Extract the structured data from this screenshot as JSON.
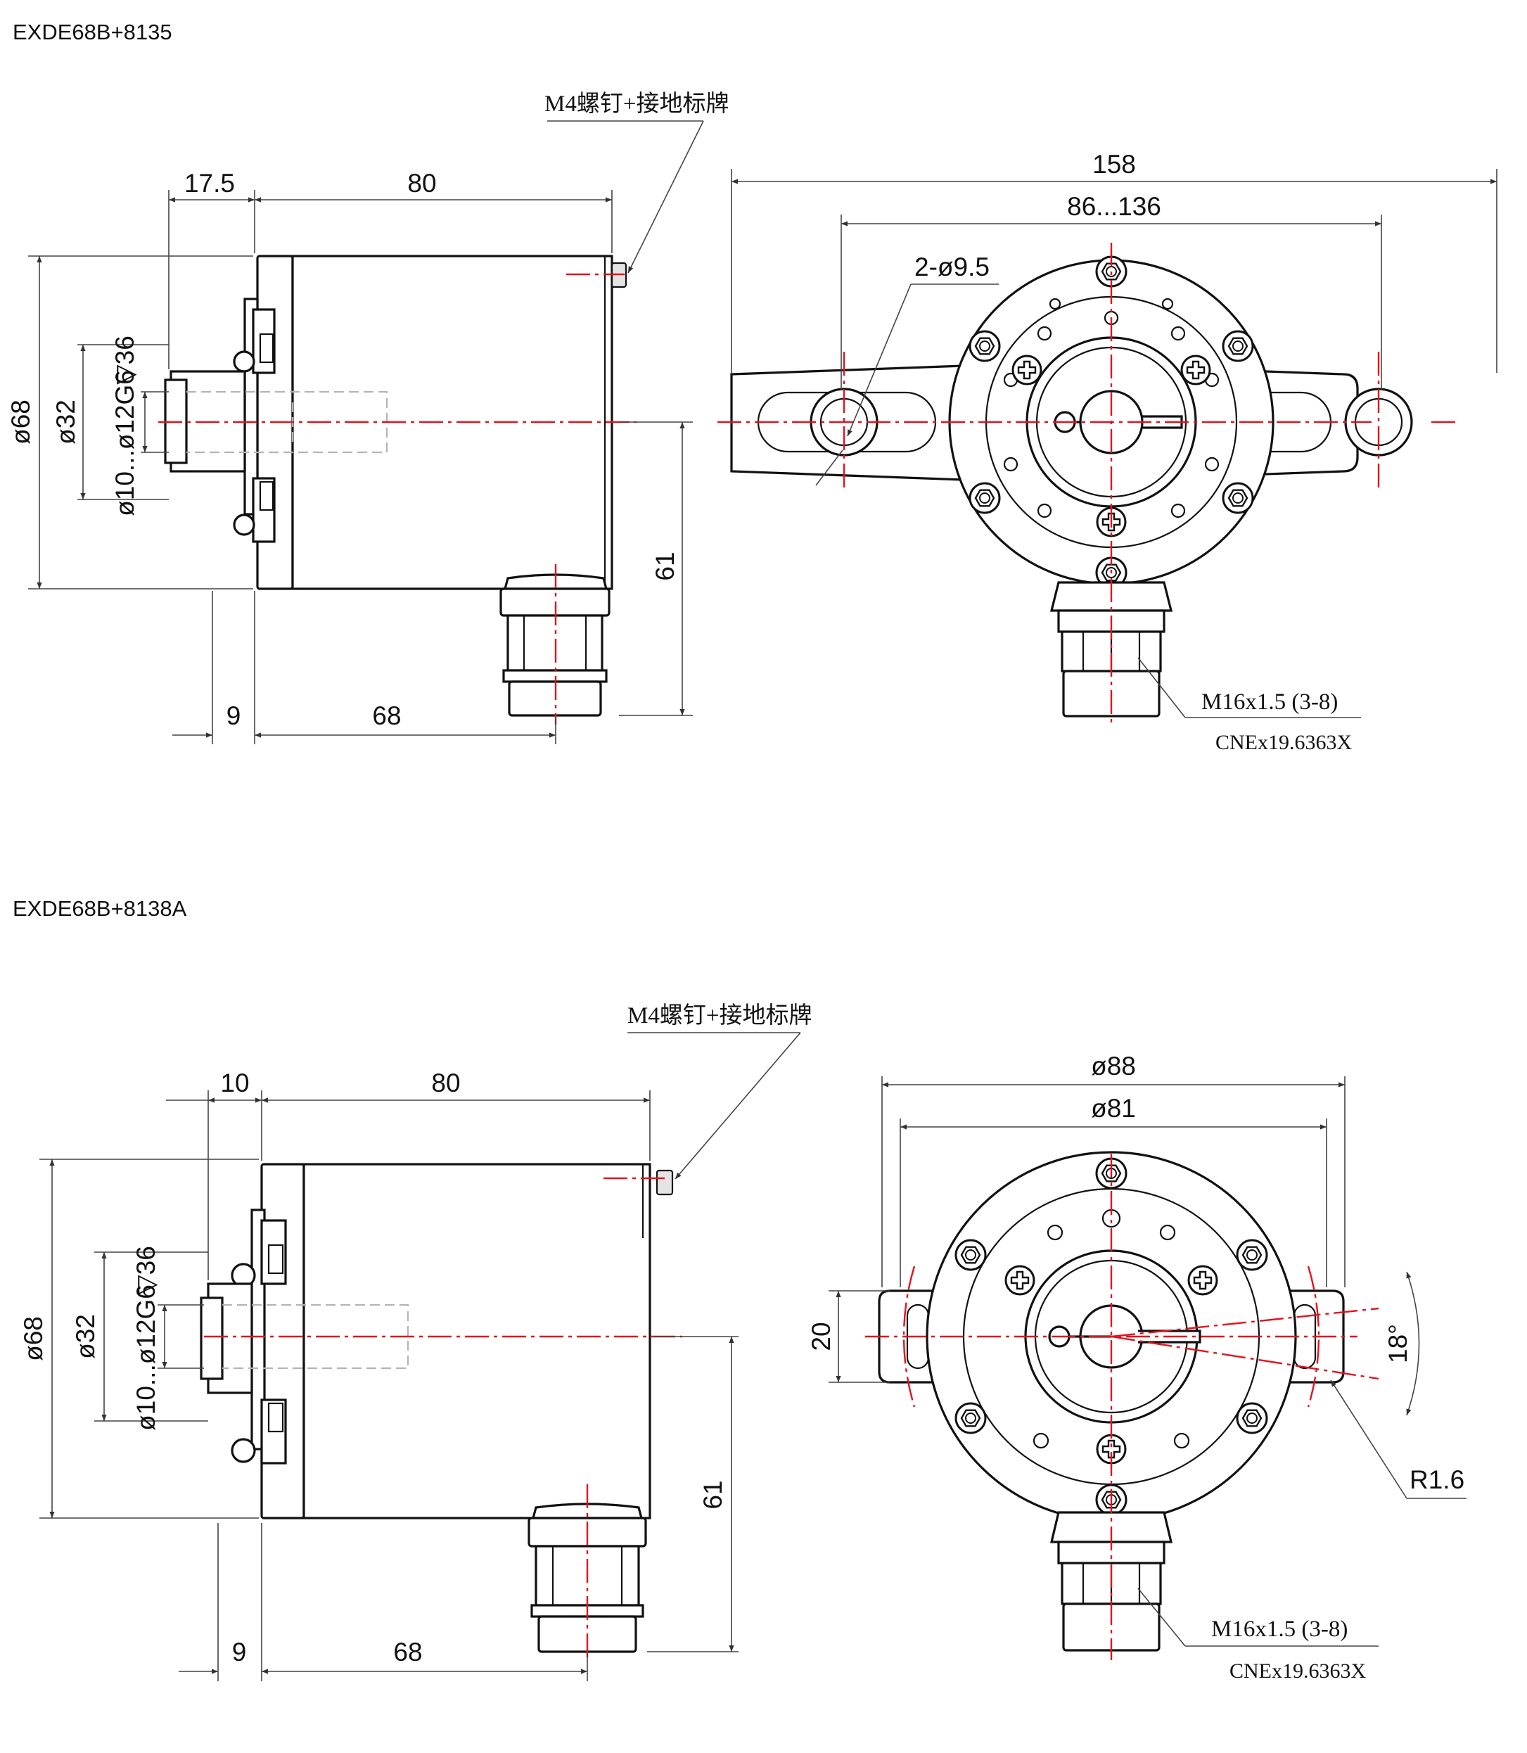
{
  "views": [
    {
      "model": "EXDE68B+8135",
      "ground_note": "M4螺钉+接地标牌",
      "side_dims": {
        "flange": "17.5",
        "body_length": "80",
        "body_dia": "ø68",
        "centering_dia": "ø32",
        "shaft_dia": "ø10...ø12G6",
        "shaft_depth": "36",
        "height": "61",
        "flange_offset": "9",
        "connector_offset": "68"
      },
      "front_dims": {
        "overall": "158",
        "hole_spacing": "86...136",
        "holes": "2-ø9.5"
      },
      "connector": {
        "thread": "M16x1.5 (3-8)",
        "cert": "CNEx19.6363X"
      }
    },
    {
      "model": "EXDE68B+8138A",
      "ground_note": "M4螺钉+接地标牌",
      "side_dims": {
        "flange": "10",
        "body_length": "80",
        "body_dia": "ø68",
        "centering_dia": "ø32",
        "shaft_dia": "ø10...ø12G6",
        "shaft_depth": "36",
        "height": "61",
        "flange_offset": "9",
        "connector_offset": "68"
      },
      "front_dims": {
        "outer_dia": "ø88",
        "bolt_circle_dia": "ø81",
        "slot_width": "20",
        "angle": "18°",
        "radius": "R1.6"
      },
      "connector": {
        "thread": "M16x1.5 (3-8)",
        "cert": "CNEx19.6363X"
      }
    }
  ]
}
